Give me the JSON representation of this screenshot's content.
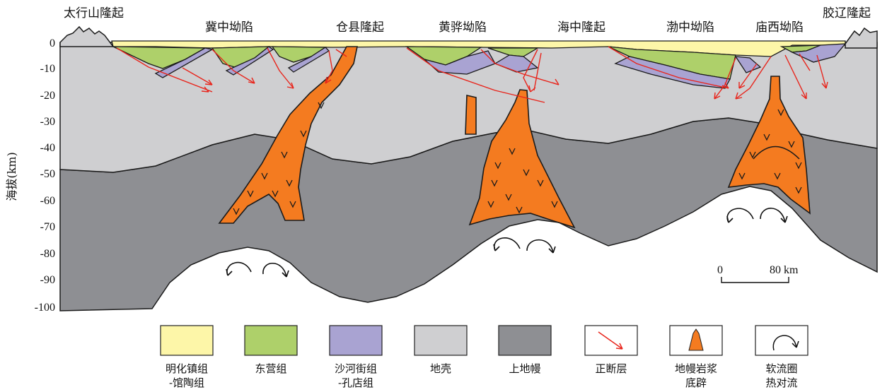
{
  "regions": {
    "taihang": "太行山隆起",
    "jizhong": "冀中坳陷",
    "cangxian": "仓县隆起",
    "huanghua": "黄骅坳陷",
    "haizhong": "海中隆起",
    "bozhong": "渤中坳陷",
    "miaoxi": "庙西坳陷",
    "jiaoliao": "胶辽隆起"
  },
  "axis": {
    "label": "海拔(km)",
    "ticks": [
      "0",
      "-10",
      "-20",
      "-30",
      "-40",
      "-50",
      "-60",
      "-70",
      "-80",
      "-90",
      "-100"
    ]
  },
  "scale_bar": {
    "start": "0",
    "end": "80 km"
  },
  "legend": [
    {
      "key": "minghuazhen",
      "line1": "明化镇组",
      "line2": "-馆陶组",
      "color": "#fdf6a8"
    },
    {
      "key": "dongying",
      "line1": "东营组",
      "line2": "",
      "color": "#aed06a"
    },
    {
      "key": "shahejie",
      "line1": "沙河街组",
      "line2": "-孔店组",
      "color": "#a9a3d2"
    },
    {
      "key": "crust",
      "line1": "地壳",
      "line2": "",
      "color": "#cfcfd1"
    },
    {
      "key": "upper_mantle",
      "line1": "上地幔",
      "line2": "",
      "color": "#8e8f93"
    },
    {
      "key": "normal_fault",
      "line1": "正断层",
      "line2": "",
      "color": "#e8251c"
    },
    {
      "key": "diapir",
      "line1": "地幔岩浆",
      "line2": "底辟",
      "color": "#f47b20"
    },
    {
      "key": "asthenosphere",
      "line1": "软流圈",
      "line2": "热对流",
      "color": "#ffffff"
    }
  ]
}
